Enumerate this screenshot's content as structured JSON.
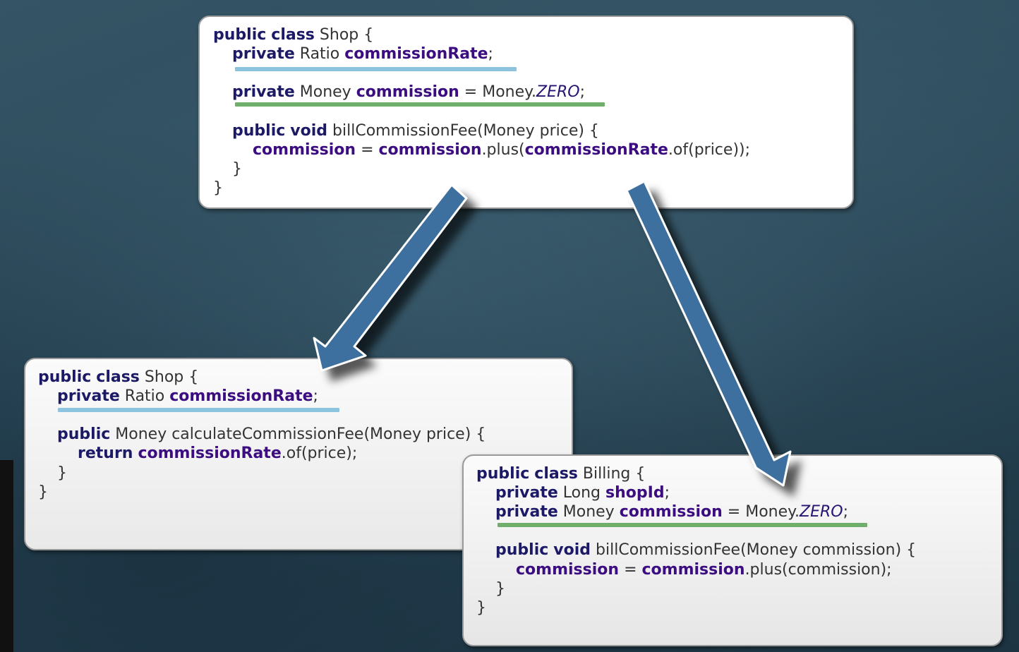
{
  "colors": {
    "keyword": "#1c1a66",
    "field": "#3b0d80",
    "text": "#333333",
    "ratio_highlight": "#8cc4e0",
    "money_highlight": "#6fae6b",
    "arrow_fill": "#3d6f9f",
    "arrow_outline": "#ffffff"
  },
  "top_panel": {
    "l1": {
      "kw1": "public",
      "kw2": "class",
      "name": "Shop",
      "brace": "{"
    },
    "l2": {
      "kw": "private",
      "type": "Ratio",
      "field": "commissionRate",
      "semi": ";"
    },
    "l3": {
      "kw": "private",
      "type": "Money",
      "field": "commission",
      "eq": "=",
      "obj": "Money.",
      "const": "ZERO",
      "semi": ";"
    },
    "l4": {
      "kw1": "public",
      "kw2": "void",
      "sig": "billCommissionFee(Money price) {"
    },
    "l5": {
      "f1": "commission",
      "eq": "=",
      "f2": "commission",
      "mid": ".plus(",
      "f3": "commissionRate",
      "end": ".of(price));"
    },
    "l6": "}",
    "l7": "}"
  },
  "left_panel": {
    "l1": {
      "kw1": "public",
      "kw2": "class",
      "name": "Shop",
      "brace": "{"
    },
    "l2": {
      "kw": "private",
      "type": "Ratio",
      "field": "commissionRate",
      "semi": ";"
    },
    "l3": {
      "kw": "public",
      "sig": "Money calculateCommissionFee(Money price) {"
    },
    "l4": {
      "kw": "return",
      "field": "commissionRate",
      "end": ".of(price);"
    },
    "l5": "}",
    "l6": "}"
  },
  "right_panel": {
    "l1": {
      "kw1": "public",
      "kw2": "class",
      "name": "Billing",
      "brace": "{"
    },
    "l2": {
      "kw": "private",
      "type": "Long",
      "field": "shopId",
      "semi": ";"
    },
    "l3": {
      "kw": "private",
      "type": "Money",
      "field": "commission",
      "eq": "=",
      "obj": "Money.",
      "const": "ZERO",
      "semi": ";"
    },
    "l4": {
      "kw1": "public",
      "kw2": "void",
      "sig": "billCommissionFee(Money commission) {"
    },
    "l5": {
      "f1": "commission",
      "eq": "=",
      "f2": "commission",
      "end": ".plus(commission);"
    },
    "l6": "}",
    "l7": "}"
  }
}
